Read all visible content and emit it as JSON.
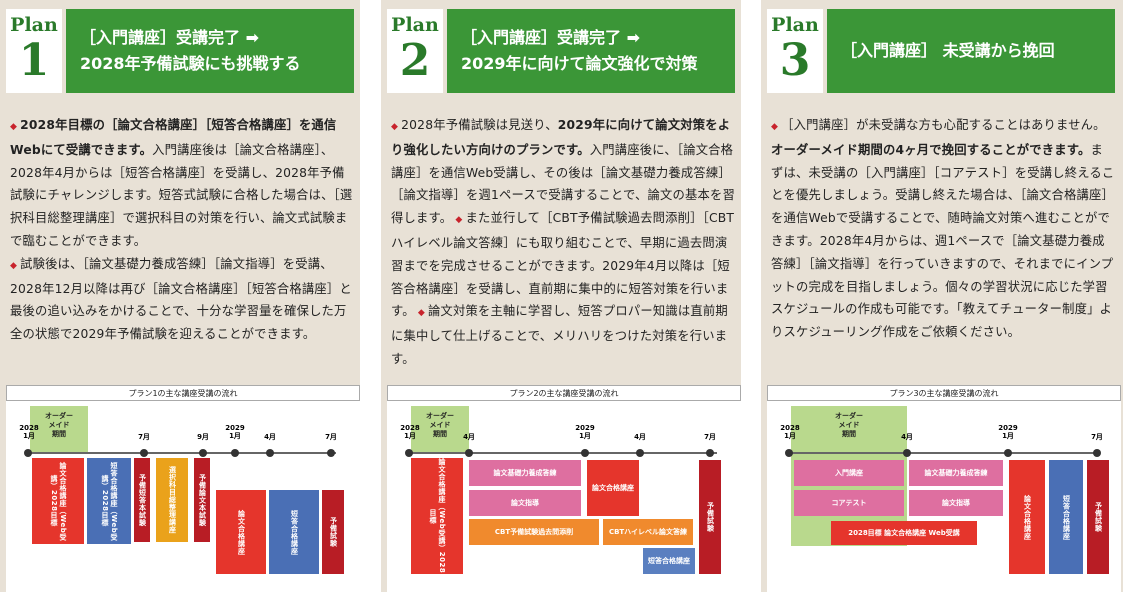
{
  "plans": [
    {
      "plan_word": "Plan",
      "plan_number": "1",
      "title_line1": "［入門講座］受講完了 ➡",
      "title_line2": "2028年予備試験にも挑戦する",
      "para1_pre": "",
      "para1_bold": "2028年目標の［論文合格講座］［短答合格講座］を通信Webにて受講できます。",
      "para1_rest": "入門講座後は［論文合格講座］、2028年4月からは［短答合格講座］を受講し、2028年予備試験にチャレンジします。短答式試験に合格した場合は、［選択科目総整理講座］で選択科目の対策を行い、論文式試験まで臨むことができます。",
      "para2": "試験後は、［論文基礎力養成答練］［論文指導］を受講、2028年12月以降は再び［論文合格講座］［短答合格講座］と最後の追い込みをかけることで、十分な学習量を確保した万全の状態で2029年予備試験を迎えることができます。",
      "flow_title": "プラン1の主な講座受講の流れ"
    },
    {
      "plan_word": "Plan",
      "plan_number": "2",
      "title_line1": "［入門講座］受講完了 ➡",
      "title_line2": "2029年に向けて論文強化で対策",
      "para1_pre": "2028年予備試験は見送り、",
      "para1_bold": "2029年に向けて論文対策をより強化したい方向けのプランです。",
      "para1_rest": "入門講座後に、［論文合格講座］を通信Web受講し、その後は［論文基礎力養成答練］［論文指導］を週1ペースで受講することで、論文の基本を習得します。",
      "para2": "また並行して［CBT予備試験過去問添削］［CBTハイレベル論文答練］にも取り組むことで、早期に過去問演習までを完成させることができます。2029年4月以降は［短答合格講座］を受講し、直前期に集中的に短答対策を行います。",
      "para3": "論文対策を主軸に学習し、短答プロパー知識は直前期に集中して仕上げることで、メリハリをつけた対策を行います。",
      "flow_title": "プラン2の主な講座受講の流れ"
    },
    {
      "plan_word": "Plan",
      "plan_number": "3",
      "title_line1": "［入門講座］ 未受講から挽回",
      "title_line2": "",
      "para1_pre": "［入門講座］が未受講な方も心配することはありません。",
      "para1_bold": "オーダーメイド期間の4ヶ月で挽回することができます。",
      "para1_rest": "まずは、未受講の［入門講座］［コアテスト］を受講し終えることを優先しましょう。受講し終えた場合は、［論文合格講座］を通信Webで受講することで、随時論文対策へ進むことができます。2028年4月からは、週1ペースで［論文基礎力養成答練］［論文指導］を行っていきますので、それまでにインプットの完成を目指しましょう。個々の学習状況に応じた学習スケジュールの作成も可能です。「教えてチューター制度」よりスケジューリング作成をご依頼ください。",
      "flow_title": "プラン3の主な講座受講の流れ"
    }
  ],
  "timeline": {
    "y2028": "2028",
    "y2029": "2029",
    "m1": "1月",
    "m4": "4月",
    "m7": "7月",
    "m9": "9月",
    "ordermade": "オーダー\nメイド\n期間"
  },
  "flow1": {
    "b1": "論文合格講座（Web受講）2028目標",
    "b2": "短答合格講座（Web受講）2028目標",
    "b3": "予備短答本試験",
    "b4": "選択科目総整理講座",
    "b5": "予備論文本試験",
    "b6": "論文合格講座",
    "b7": "短答合格講座",
    "b8": "予備試験"
  },
  "flow2": {
    "b1": "論文合格講座（Web受講）2028目標",
    "b2": "論文基礎力養成答練",
    "b3": "論文指導",
    "b4": "CBT予備試験過去問添削",
    "b5": "論文合格講座",
    "b6": "CBTハイレベル論文答練",
    "b7": "短答合格講座",
    "b8": "予備試験"
  },
  "flow3": {
    "b1": "入門講座",
    "b2": "コアテスト",
    "b3": "論文基礎力養成答練",
    "b4": "論文指導",
    "b5": "2028目標 論文合格講座 Web受講",
    "b6": "論文合格講座",
    "b7": "短答合格講座",
    "b8": "予備試験"
  }
}
